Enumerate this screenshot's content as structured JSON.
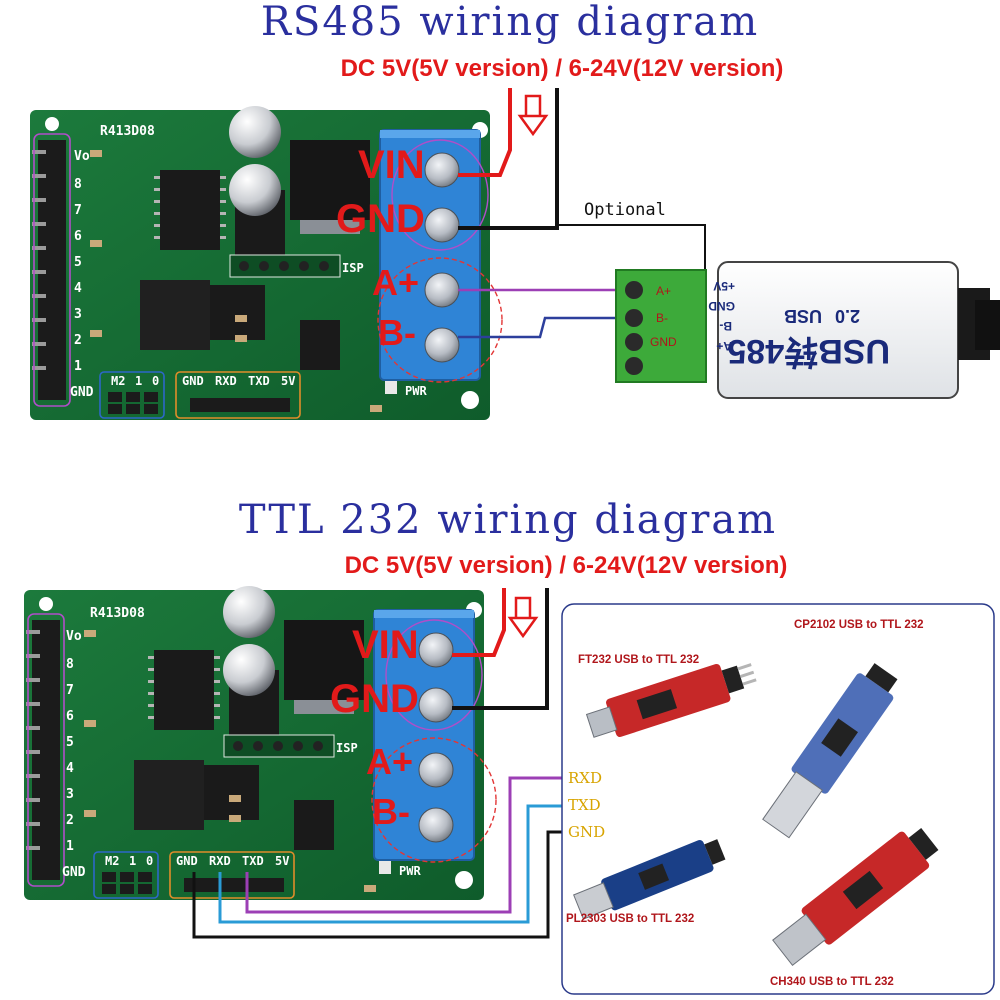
{
  "rs485": {
    "title": "RS485 wiring diagram",
    "supply": "DC 5V(5V version) / 6-24V(12V version)",
    "optional": "Optional",
    "converter": {
      "brand": "USB",
      "version": "2.0",
      "name": "USB转485",
      "pins": [
        "A+",
        "B-",
        "GND",
        "+5V"
      ],
      "terminal": [
        "A+",
        "B-",
        "GND"
      ]
    }
  },
  "ttl": {
    "title": "TTL 232 wiring diagram",
    "supply": "DC 5V(5V version) / 6-24V(12V version)",
    "pins": [
      "RXD",
      "TXD",
      "GND"
    ],
    "modules": {
      "ft232": "FT232  USB to TTL 232",
      "cp2102": "CP2102 USB to TTL 232",
      "pl2303": "PL2303 USB to TTL 232",
      "ch340": "CH340  USB to TTL 232"
    }
  },
  "board": {
    "model": "R413D08",
    "terminals": [
      "VIN",
      "GND",
      "A+",
      "B-"
    ],
    "channels": [
      "Vo",
      "8",
      "7",
      "6",
      "5",
      "4",
      "3",
      "2",
      "1",
      "GND"
    ],
    "mode_header": [
      "M2",
      "1",
      "0"
    ],
    "uart_header": [
      "GND",
      "RXD",
      "TXD",
      "5V"
    ],
    "isp": "ISP",
    "pwr": "PWR"
  }
}
